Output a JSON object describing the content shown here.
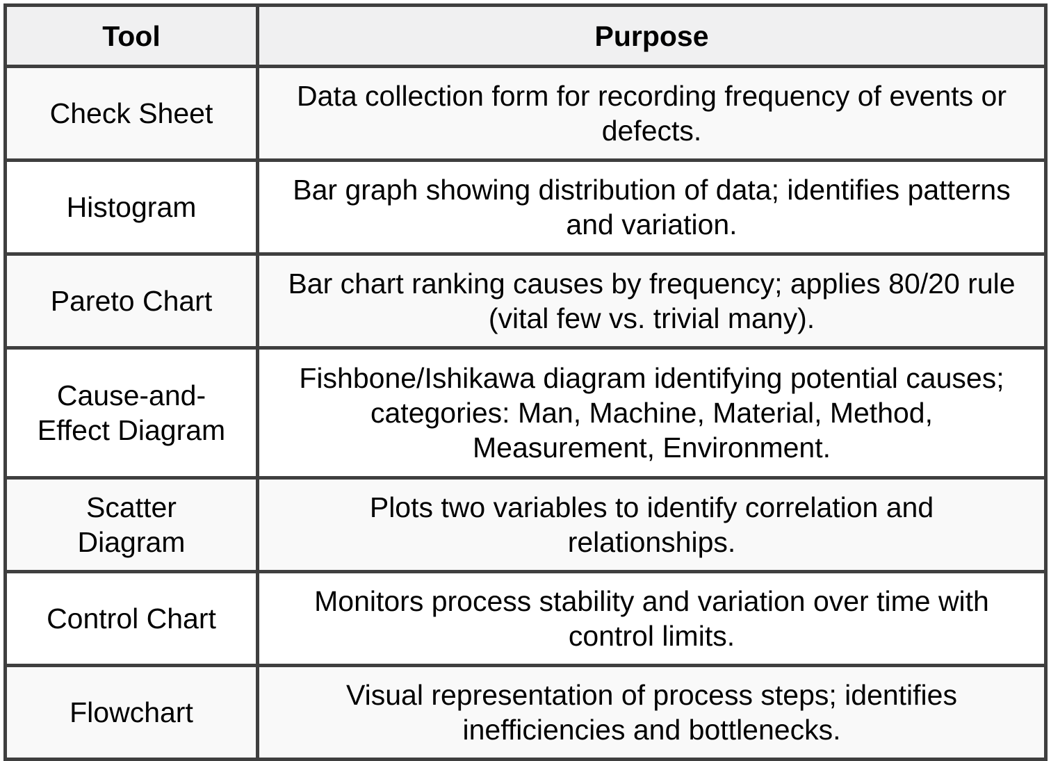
{
  "columns": {
    "tool": "Tool",
    "purpose": "Purpose"
  },
  "rows": [
    {
      "tool": "Check Sheet",
      "purpose": "Data collection form for recording frequency of events or\ndefects."
    },
    {
      "tool": "Histogram",
      "purpose": "Bar graph showing distribution of data; identifies patterns\nand variation."
    },
    {
      "tool": "Pareto Chart",
      "purpose": "Bar chart ranking causes by frequency; applies 80/20 rule\n(vital few vs. trivial many)."
    },
    {
      "tool": "Cause-and-\nEffect Diagram",
      "purpose": "Fishbone/Ishikawa diagram identifying potential causes;\ncategories: Man, Machine, Material, Method,\nMeasurement, Environment."
    },
    {
      "tool": "Scatter\nDiagram",
      "purpose": "Plots two variables to identify correlation and\nrelationships."
    },
    {
      "tool": "Control Chart",
      "purpose": "Monitors process stability and variation over time with\ncontrol limits."
    },
    {
      "tool": "Flowchart",
      "purpose": "Visual representation of process steps; identifies\ninefficiencies and bottlenecks."
    }
  ],
  "colors": {
    "border": "#3f3f3f",
    "header_bg": "#f0f0f1",
    "row_shaded_bg": "#f9f9f9",
    "row_plain_bg": "#ffffff",
    "text": "#000000"
  }
}
